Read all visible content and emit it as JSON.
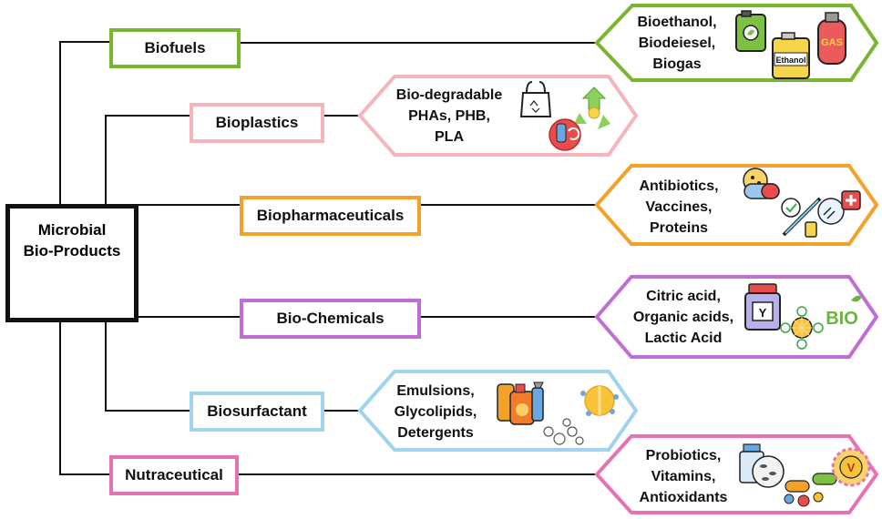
{
  "root": {
    "line1": "Microbial",
    "line2": "Bio-Products",
    "icon": "microbe-icon"
  },
  "categories": [
    {
      "label": "Biofuels",
      "color": "#7ab530",
      "products": [
        "Bioethanol,",
        "Biodeiesel,",
        "Biogas"
      ],
      "icons": [
        "fuel-can-icon",
        "gas-cylinder-icon"
      ],
      "icon_text": [
        "Ethanol",
        "GAS"
      ]
    },
    {
      "label": "Bioplastics",
      "color": "#f4b6bc",
      "products": [
        "Bio-degradable",
        "PHAs, PHB,",
        "PLA"
      ],
      "icons": [
        "compostable-bag-icon",
        "recycle-icon"
      ],
      "icon_text": []
    },
    {
      "label": "Biopharmaceuticals",
      "color": "#f4a12a",
      "products": [
        "Antibiotics,",
        "Vaccines,",
        "Proteins"
      ],
      "icons": [
        "capsule-pills-icon",
        "syringe-icon"
      ],
      "icon_text": []
    },
    {
      "label": "Bio-Chemicals",
      "color": "#c06dd6",
      "products": [
        "Citric acid,",
        "Organic acids,",
        "Lactic Acid"
      ],
      "icons": [
        "chemical-jar-icon",
        "citrus-icon"
      ],
      "icon_text": [
        "Y",
        "BIO"
      ]
    },
    {
      "label": "Biosurfactant",
      "color": "#9fd3ee",
      "products": [
        "Emulsions,",
        "Glycolipids,",
        "Detergents"
      ],
      "icons": [
        "detergent-bottles-icon",
        "bubbles-icon"
      ],
      "icon_text": []
    },
    {
      "label": "Nutraceutical",
      "color": "#e672b4",
      "products": [
        "Probiotics,",
        "Vitamins,",
        "Antioxidants"
      ],
      "icons": [
        "probiotic-jar-icon",
        "vitamin-icon"
      ],
      "icon_text": [
        "V"
      ]
    }
  ]
}
